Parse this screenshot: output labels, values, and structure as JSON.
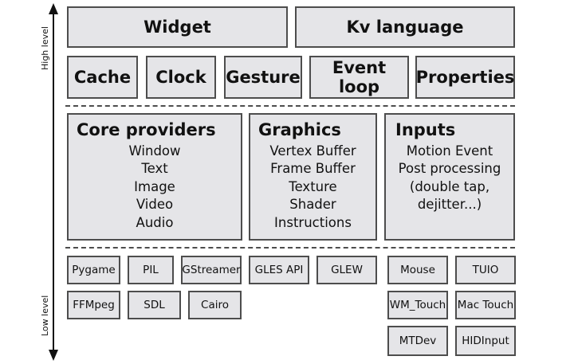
{
  "axis": {
    "high_label": "High level",
    "low_label": "Low level"
  },
  "top_row": {
    "widget": "Widget",
    "kv_language": "Kv language"
  },
  "mid_row": {
    "cache": "Cache",
    "clock": "Clock",
    "gesture": "Gesture",
    "event_loop": "Event loop",
    "properties": "Properties"
  },
  "core_providers": {
    "title": "Core providers",
    "items": [
      "Window",
      "Text",
      "Image",
      "Video",
      "Audio"
    ]
  },
  "graphics": {
    "title": "Graphics",
    "items": [
      "Vertex Buffer",
      "Frame Buffer",
      "Texture",
      "Shader",
      "Instructions"
    ]
  },
  "inputs": {
    "title": "Inputs",
    "items": [
      "Motion Event",
      "Post processing",
      "(double tap,",
      "dejitter...)"
    ]
  },
  "low_level": {
    "pygame": "Pygame",
    "pil": "PIL",
    "gstreamer": "GStreamer",
    "gles_api": "GLES API",
    "glew": "GLEW",
    "ffmpeg": "FFMpeg",
    "sdl": "SDL",
    "cairo": "Cairo",
    "mouse": "Mouse",
    "tuio": "TUIO",
    "wm_touch": "WM_Touch",
    "mac_touch": "Mac Touch",
    "mtdev": "MTDev",
    "hidinput": "HIDInput"
  }
}
